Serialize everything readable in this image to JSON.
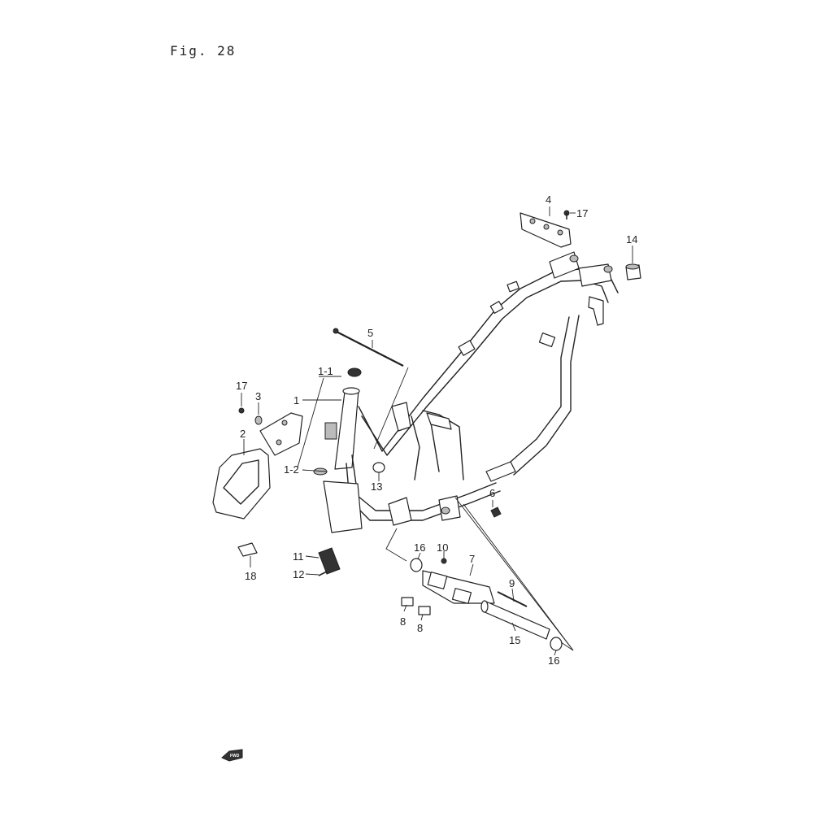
{
  "figure": {
    "title": "Fig. 28"
  },
  "callouts": [
    {
      "label": "1"
    },
    {
      "label": "1-1"
    },
    {
      "label": "1-2"
    },
    {
      "label": "2"
    },
    {
      "label": "3"
    },
    {
      "label": "4"
    },
    {
      "label": "5"
    },
    {
      "label": "6"
    },
    {
      "label": "7"
    },
    {
      "label": "8"
    },
    {
      "label": "8"
    },
    {
      "label": "9"
    },
    {
      "label": "10"
    },
    {
      "label": "11"
    },
    {
      "label": "12"
    },
    {
      "label": "13"
    },
    {
      "label": "14"
    },
    {
      "label": "15"
    },
    {
      "label": "16"
    },
    {
      "label": "16"
    },
    {
      "label": "17"
    },
    {
      "label": "17"
    },
    {
      "label": "18"
    }
  ],
  "direction_marker": {
    "text": "FWD",
    "icon": "forward-arrow-icon"
  }
}
